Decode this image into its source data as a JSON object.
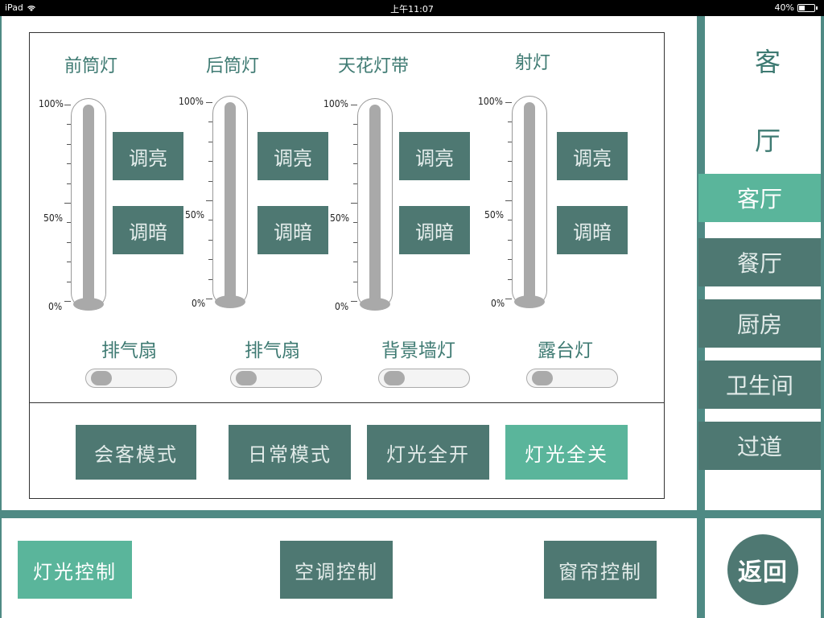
{
  "status_bar": {
    "device": "iPad",
    "time": "上午11:07",
    "battery": "40%"
  },
  "lights": [
    {
      "title": "前筒灯",
      "top_label": "100%",
      "mid_label": "50%",
      "bottom_label": "0%",
      "level": 1.0,
      "bright_label": "调亮",
      "dim_label": "调暗"
    },
    {
      "title": "后筒灯",
      "top_label": "100%",
      "mid_label": "50%",
      "bottom_label": "0%",
      "level": 1.0,
      "bright_label": "调亮",
      "dim_label": "调暗"
    },
    {
      "title": "天花灯带",
      "top_label": "100%",
      "mid_label": "50%",
      "bottom_label": "0%",
      "level": 1.0,
      "bright_label": "调亮",
      "dim_label": "调暗"
    },
    {
      "title": "射灯",
      "top_label": "100%",
      "mid_label": "50%",
      "bottom_label": "0%",
      "level": 1.0,
      "bright_label": "调亮",
      "dim_label": "调暗"
    }
  ],
  "switches": [
    {
      "label": "排气扇",
      "on": false
    },
    {
      "label": "排气扇",
      "on": false
    },
    {
      "label": "背景墙灯",
      "on": false
    },
    {
      "label": "露台灯",
      "on": false
    }
  ],
  "modes": [
    {
      "label": "会客模式",
      "active": false
    },
    {
      "label": "日常模式",
      "active": false
    },
    {
      "label": "灯光全开",
      "active": false
    },
    {
      "label": "灯光全关",
      "active": true
    }
  ],
  "room_heading": {
    "line1": "客",
    "line2": "厅"
  },
  "rooms": [
    {
      "label": "客厅",
      "active": true
    },
    {
      "label": "餐厅",
      "active": false
    },
    {
      "label": "厨房",
      "active": false
    },
    {
      "label": "卫生间",
      "active": false
    },
    {
      "label": "过道",
      "active": false
    }
  ],
  "bottom_tabs": [
    {
      "label": "灯光控制",
      "active": true
    },
    {
      "label": "空调控制",
      "active": false
    },
    {
      "label": "窗帘控制",
      "active": false
    }
  ],
  "back_label": "返回",
  "colors": {
    "teal_dark": "#4e7872",
    "teal_active": "#5ab59b",
    "frame": "#4f8a84",
    "title_text": "#3e7a72"
  }
}
